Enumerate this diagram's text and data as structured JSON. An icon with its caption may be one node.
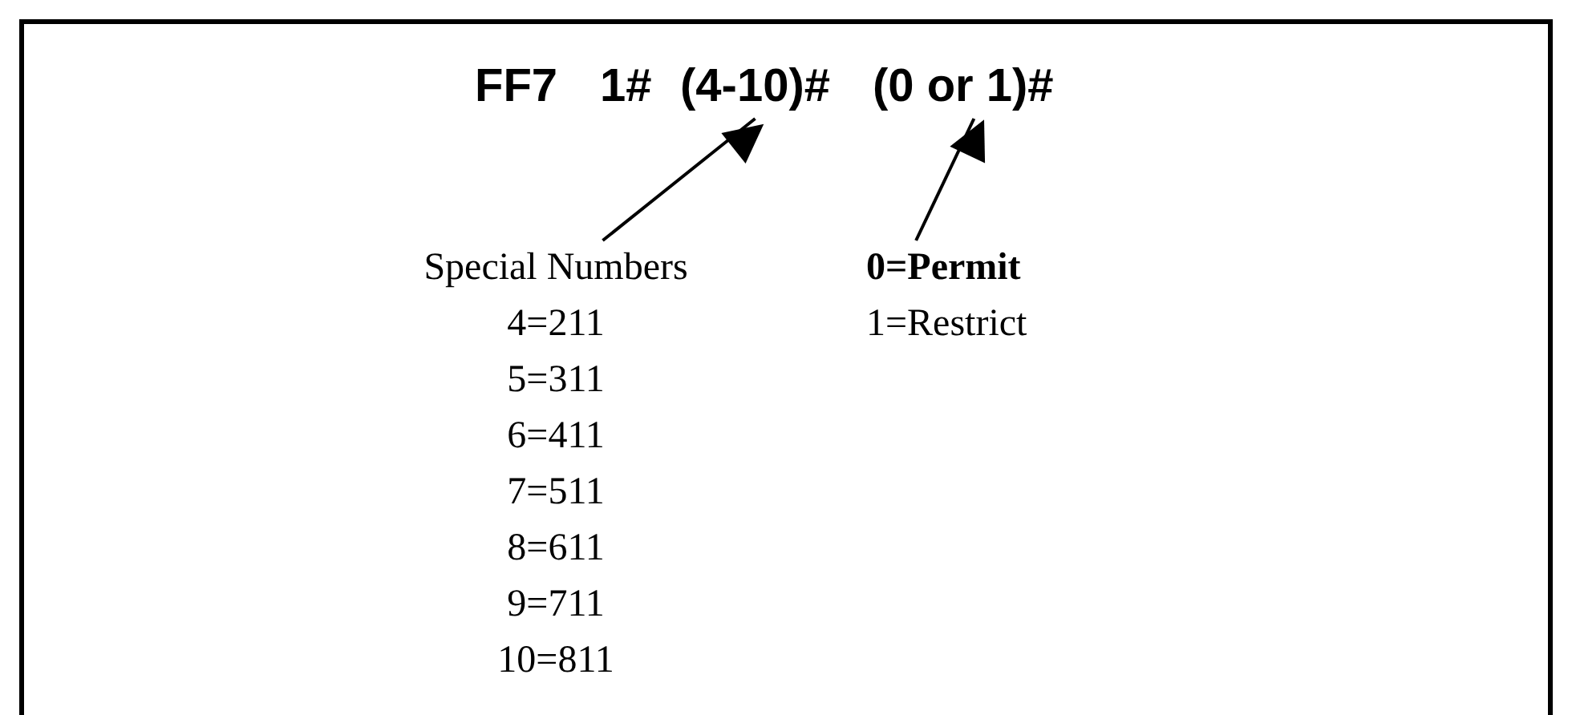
{
  "diagram": {
    "nodes": [
      {
        "text": [
          "FF7"
        ]
      },
      {
        "text": [
          "1#"
        ]
      },
      {
        "text": [
          "(4-10)#"
        ]
      },
      {
        "text": [
          "(0 or 1)#"
        ]
      },
      {
        "text": [
          "Special Numbers",
          "4=211",
          "5=311",
          "6=411",
          "7=511",
          "8=611",
          "9=711",
          "10=811"
        ]
      },
      {
        "text": [
          "**0=Permit**",
          "1=Restrict"
        ]
      }
    ],
    "edges": [
      {
        "from": 4,
        "to": 2,
        "arrow": "to"
      },
      {
        "from": 5,
        "to": 3,
        "arrow": "to"
      }
    ]
  }
}
